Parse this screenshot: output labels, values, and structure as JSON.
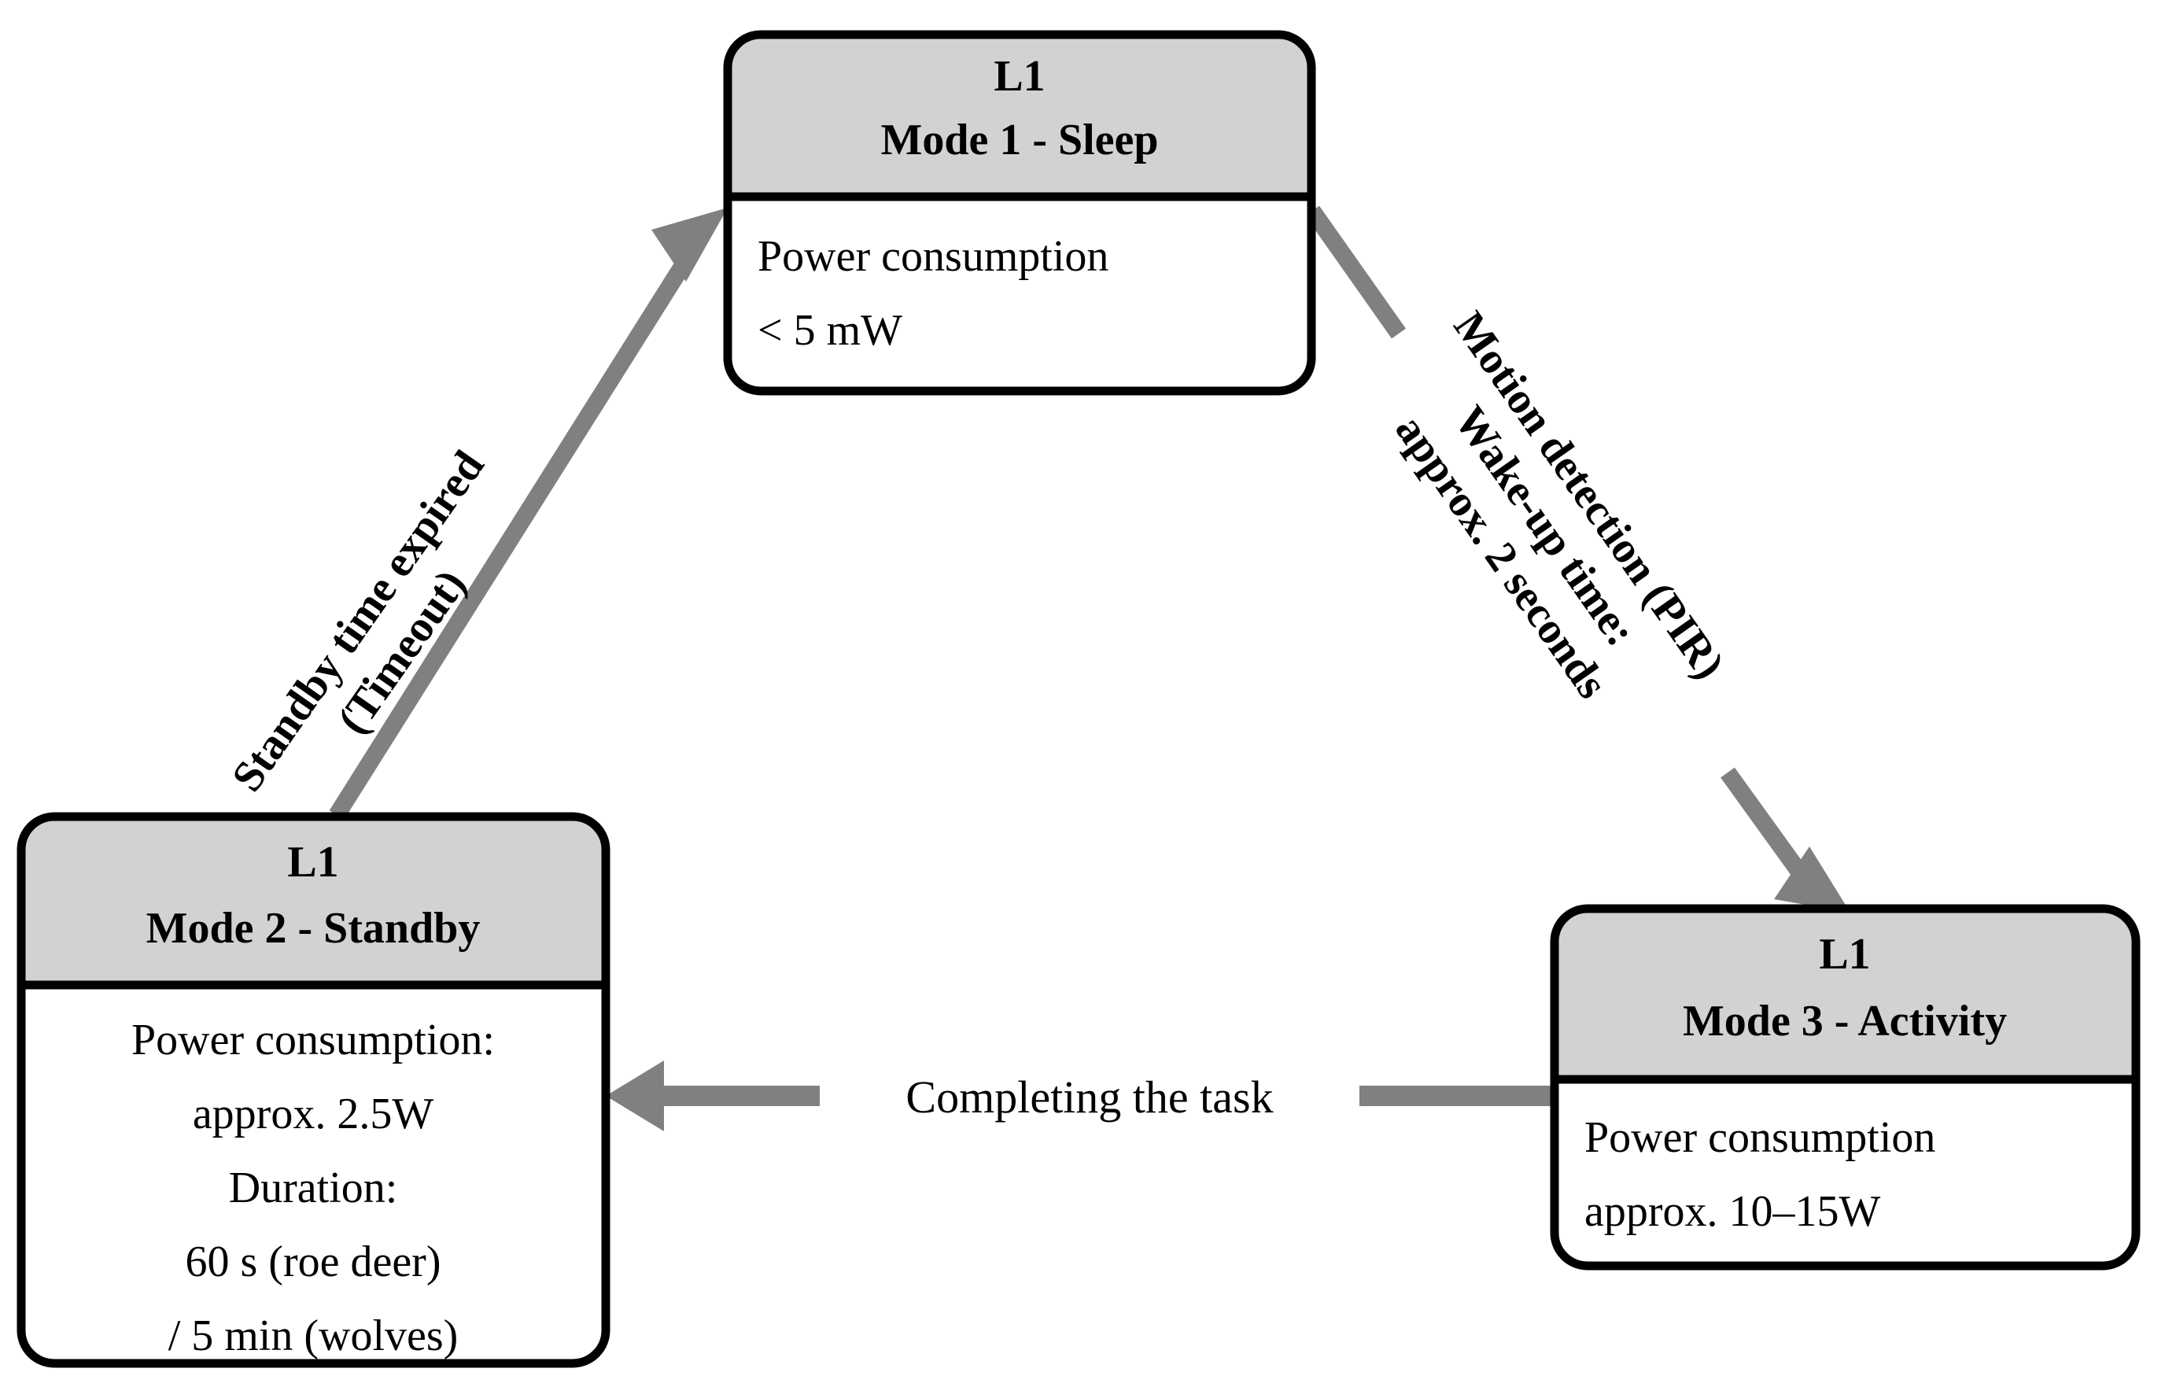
{
  "diagram": {
    "type": "state-transition-diagram",
    "background_color": "#ffffff",
    "node_header_color": "#d2d2d2",
    "node_body_color": "#ffffff",
    "node_border_color": "#000000",
    "arrow_color": "#808080",
    "text_color": "#000000"
  },
  "nodes": [
    {
      "id": "sleep",
      "header_line1": "L1",
      "header_line2": "Mode 1 - Sleep",
      "body_lines": [
        "Power consumption",
        "< 5 mW"
      ],
      "body_align": "left"
    },
    {
      "id": "standby",
      "header_line1": "L1",
      "header_line2": "Mode 2 - Standby",
      "body_lines": [
        "Power consumption:",
        "approx. 2.5W",
        "Duration:",
        "60 s (roe deer)",
        "/ 5 min (wolves)"
      ],
      "body_align": "center"
    },
    {
      "id": "activity",
      "header_line1": "L1",
      "header_line2": "Mode 3 - Activity",
      "body_lines": [
        "Power consumption",
        "approx. 10–15W"
      ],
      "body_align": "left"
    }
  ],
  "edges": [
    {
      "id": "standby-to-sleep",
      "from": "standby",
      "to": "sleep",
      "label_lines": [
        "Standby time expired",
        "(Timeout)"
      ],
      "rotation_deg": -55
    },
    {
      "id": "sleep-to-activity",
      "from": "sleep",
      "to": "activity",
      "label_lines": [
        "Motion detection (PIR)",
        "Wake-up time:",
        "approx. 2 seconds"
      ],
      "rotation_deg": 55
    },
    {
      "id": "activity-to-standby",
      "from": "activity",
      "to": "standby",
      "label_lines": [
        "Completing the task"
      ],
      "rotation_deg": 0
    }
  ]
}
